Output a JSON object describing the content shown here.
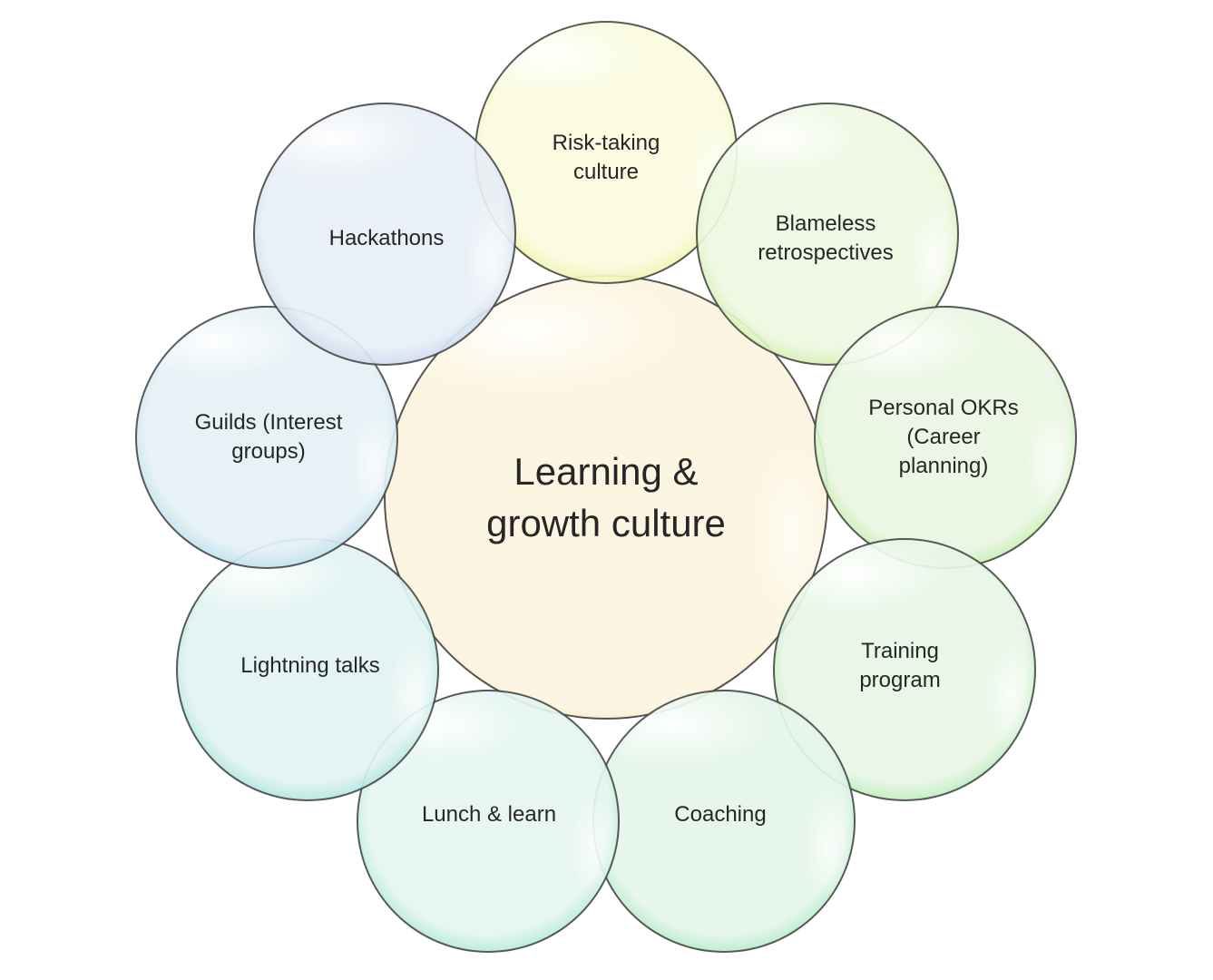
{
  "diagram": {
    "type": "bubble-wheel",
    "background_color": "#ffffff",
    "text_color": "#262626",
    "outline_color": "#303030",
    "center": {
      "label": "Learning &\ngrowth culture",
      "fill_color": "#FCF5E0",
      "rim_color": "#EEAE3E"
    },
    "satellites": [
      {
        "id": "risk-taking-culture",
        "label": "Risk-taking\nculture",
        "fill_color": "#FAFBDE",
        "rim_color": "#DFE84A"
      },
      {
        "id": "blameless-retrospectives",
        "label": "Blameless\nretrospectives",
        "fill_color": "#EFF8E2",
        "rim_color": "#9EE44E"
      },
      {
        "id": "personal-okrs",
        "label": "Personal OKRs\n(Career\nplanning)",
        "fill_color": "#EAF7E2",
        "rim_color": "#7BDB4D"
      },
      {
        "id": "training-program",
        "label": "Training\nprogram",
        "fill_color": "#E8F7E7",
        "rim_color": "#5ED75F"
      },
      {
        "id": "coaching",
        "label": "Coaching",
        "fill_color": "#E6F6EB",
        "rim_color": "#50D57F"
      },
      {
        "id": "lunch-and-learn",
        "label": "Lunch & learn",
        "fill_color": "#E5F6EF",
        "rim_color": "#4AD2A0"
      },
      {
        "id": "lightning-talks",
        "label": "Lightning talks",
        "fill_color": "#E2F4F2",
        "rim_color": "#45C8B8"
      },
      {
        "id": "guilds-interest-groups",
        "label": "Guilds (Interest\ngroups)",
        "fill_color": "#E4F1F6",
        "rim_color": "#74C2DC"
      },
      {
        "id": "hackathons",
        "label": "Hackathons",
        "fill_color": "#E9EFF7",
        "rim_color": "#8DB3DB"
      }
    ]
  }
}
